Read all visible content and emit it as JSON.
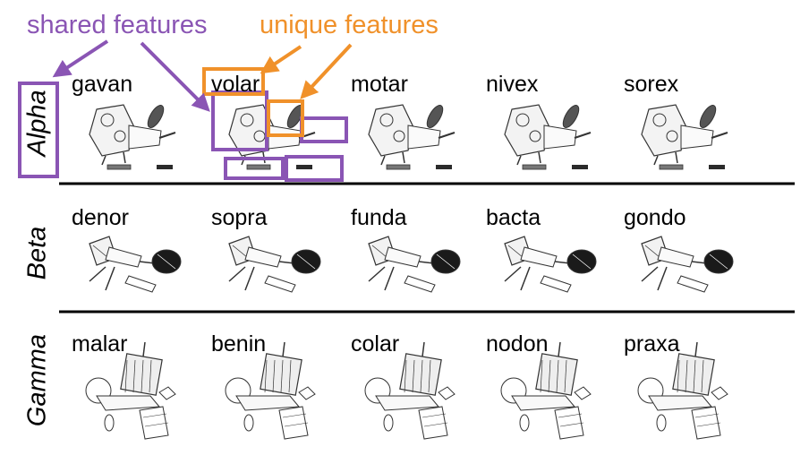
{
  "annotations": {
    "shared": "shared features",
    "unique": "unique features"
  },
  "colors": {
    "shared": "#8a55b4",
    "unique": "#f0912a",
    "divider": "#000000",
    "drawing": "#333333",
    "panel_dark": "#2b2b2b"
  },
  "rows": [
    {
      "label": "Alpha",
      "style": "alpha",
      "items": [
        "gavan",
        "volar",
        "motar",
        "nivex",
        "sorex"
      ]
    },
    {
      "label": "Beta",
      "style": "beta",
      "items": [
        "denor",
        "sopra",
        "funda",
        "bacta",
        "gondo"
      ]
    },
    {
      "label": "Gamma",
      "style": "gamma",
      "items": [
        "malar",
        "benin",
        "colar",
        "nodon",
        "praxa"
      ]
    }
  ]
}
